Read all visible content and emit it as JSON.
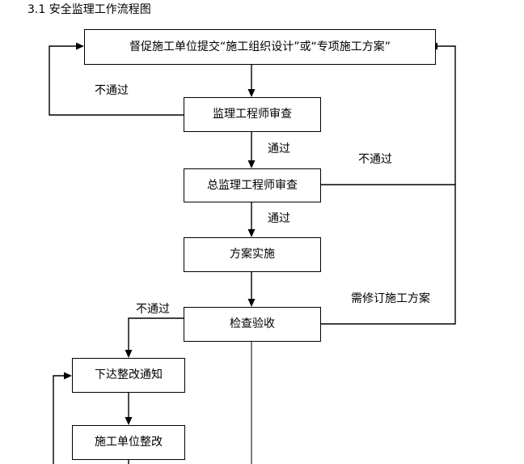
{
  "title": "3.1 安全监理工作流程图",
  "flowchart": {
    "type": "flowchart",
    "orientation": "top-to-bottom",
    "nodes": [
      {
        "id": "submit",
        "label": "督促施工单位提交“施工组织设计”或“专项施工方案”"
      },
      {
        "id": "engineer",
        "label": "监理工程师审查"
      },
      {
        "id": "chief",
        "label": "总监理工程师审查"
      },
      {
        "id": "implement",
        "label": "方案实施"
      },
      {
        "id": "inspect",
        "label": "检查验收"
      },
      {
        "id": "notice",
        "label": "下达整改通知"
      },
      {
        "id": "rectify",
        "label": "施工单位整改"
      }
    ],
    "edge_labels": {
      "engineer_fail": "不通过",
      "engineer_pass": "通过",
      "chief_fail": "不通过",
      "chief_pass": "通过",
      "inspect_fail": "不通过",
      "inspect_revise": "需修订施工方案"
    }
  },
  "colors": {
    "line": "#000000",
    "gray_line": "#808080",
    "background": "#ffffff",
    "text": "#000000"
  }
}
